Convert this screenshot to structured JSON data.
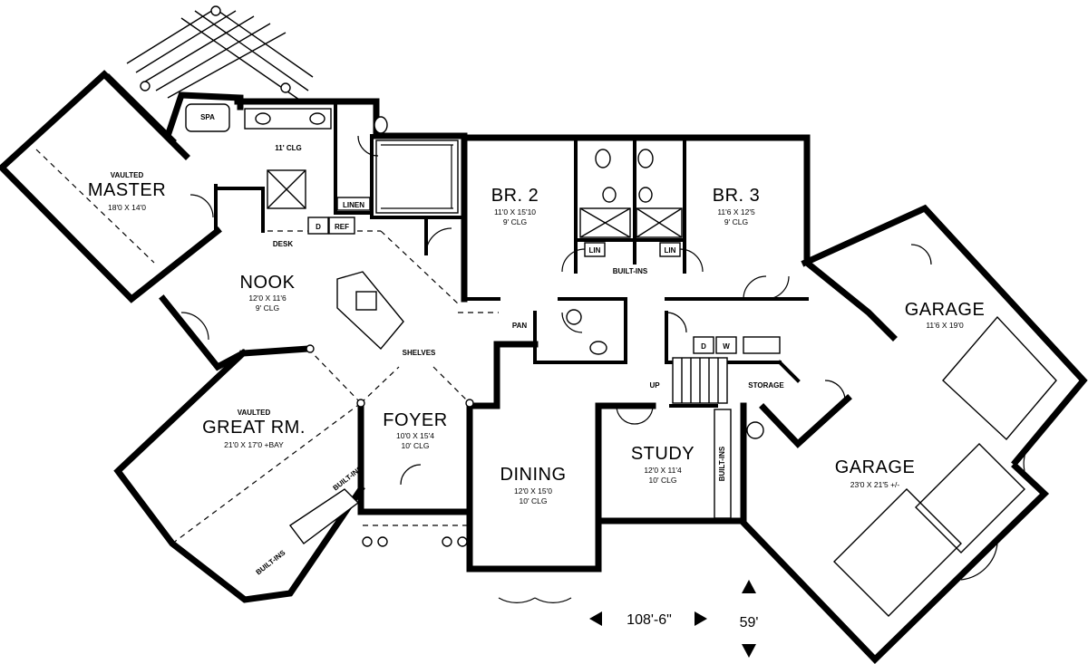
{
  "rooms": {
    "master": {
      "label": "MASTER",
      "prefix": "VAULTED",
      "dims": "18'0 X 14'0"
    },
    "great_rm": {
      "label": "GREAT RM.",
      "prefix": "VAULTED",
      "dims": "21'0 X 17'0 +BAY"
    },
    "nook": {
      "label": "NOOK",
      "dims": "12'0 X 11'6",
      "ceiling": "9' CLG"
    },
    "foyer": {
      "label": "FOYER",
      "dims": "10'0 X 15'4",
      "ceiling": "10' CLG"
    },
    "dining": {
      "label": "DINING",
      "dims": "12'0 X 15'0",
      "ceiling": "10' CLG"
    },
    "study": {
      "label": "STUDY",
      "dims": "12'0 X 11'4",
      "ceiling": "10' CLG"
    },
    "br2": {
      "label": "BR. 2",
      "dims": "11'0 X 15'10",
      "ceiling": "9' CLG"
    },
    "br3": {
      "label": "BR. 3",
      "dims": "11'6 X 12'5",
      "ceiling": "9' CLG"
    },
    "garage_upper": {
      "label": "GARAGE",
      "dims": "11'6 X 19'0"
    },
    "garage_lower": {
      "label": "GARAGE",
      "dims": "23'0 X 21'5 +/-"
    }
  },
  "labels": {
    "spa": "SPA",
    "master_bath_clg": "11' CLG",
    "linen": "LINEN",
    "desk": "DESK",
    "ref": "REF",
    "d": "D",
    "pan": "PAN",
    "lin_left": "LIN",
    "lin_right": "LIN",
    "built_ins_bath": "BUILT-INS",
    "shelves": "SHELVES",
    "up": "UP",
    "storage": "STORAGE",
    "dryer": "D",
    "washer": "W",
    "built_ins_study": "BUILT-INS",
    "built_ins_great_1": "BUILT-INS",
    "built_ins_great_2": "BUILT-INS"
  },
  "overall": {
    "width": "108'-6\"",
    "depth": "59'"
  }
}
